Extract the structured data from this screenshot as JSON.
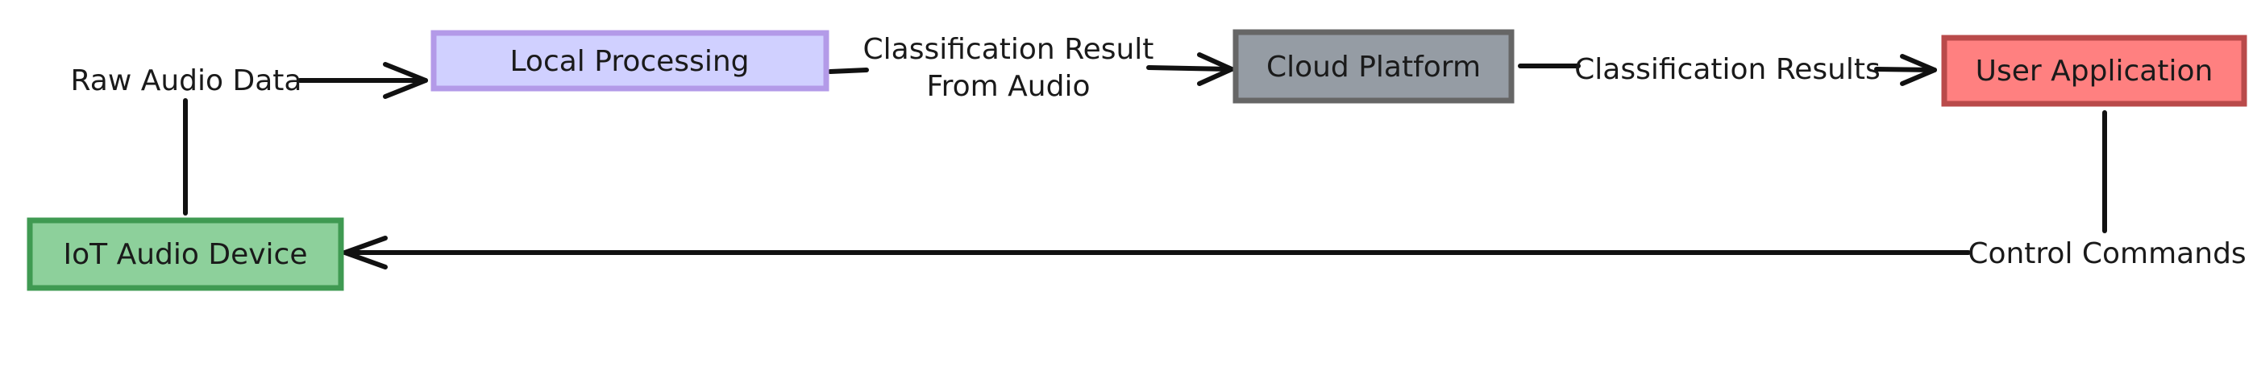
{
  "nodes": {
    "local_processing": {
      "label": "Local Processing",
      "fill": "#d0d0ff",
      "stroke": "#b39ae8"
    },
    "cloud_platform": {
      "label": "Cloud Platform",
      "fill": "#959ca4",
      "stroke": "#666666"
    },
    "user_application": {
      "label": "User Application",
      "fill": "#ff8080",
      "stroke": "#b94a4a"
    },
    "iot_audio_device": {
      "label": "IoT Audio Device",
      "fill": "#8dd09b",
      "stroke": "#3f9a52"
    }
  },
  "edges": {
    "raw_audio_data": "Raw Audio Data",
    "classification_result_line1": "Classification Result",
    "classification_result_line2": "From Audio",
    "classification_results": "Classification Results",
    "control_commands": "Control Commands"
  }
}
